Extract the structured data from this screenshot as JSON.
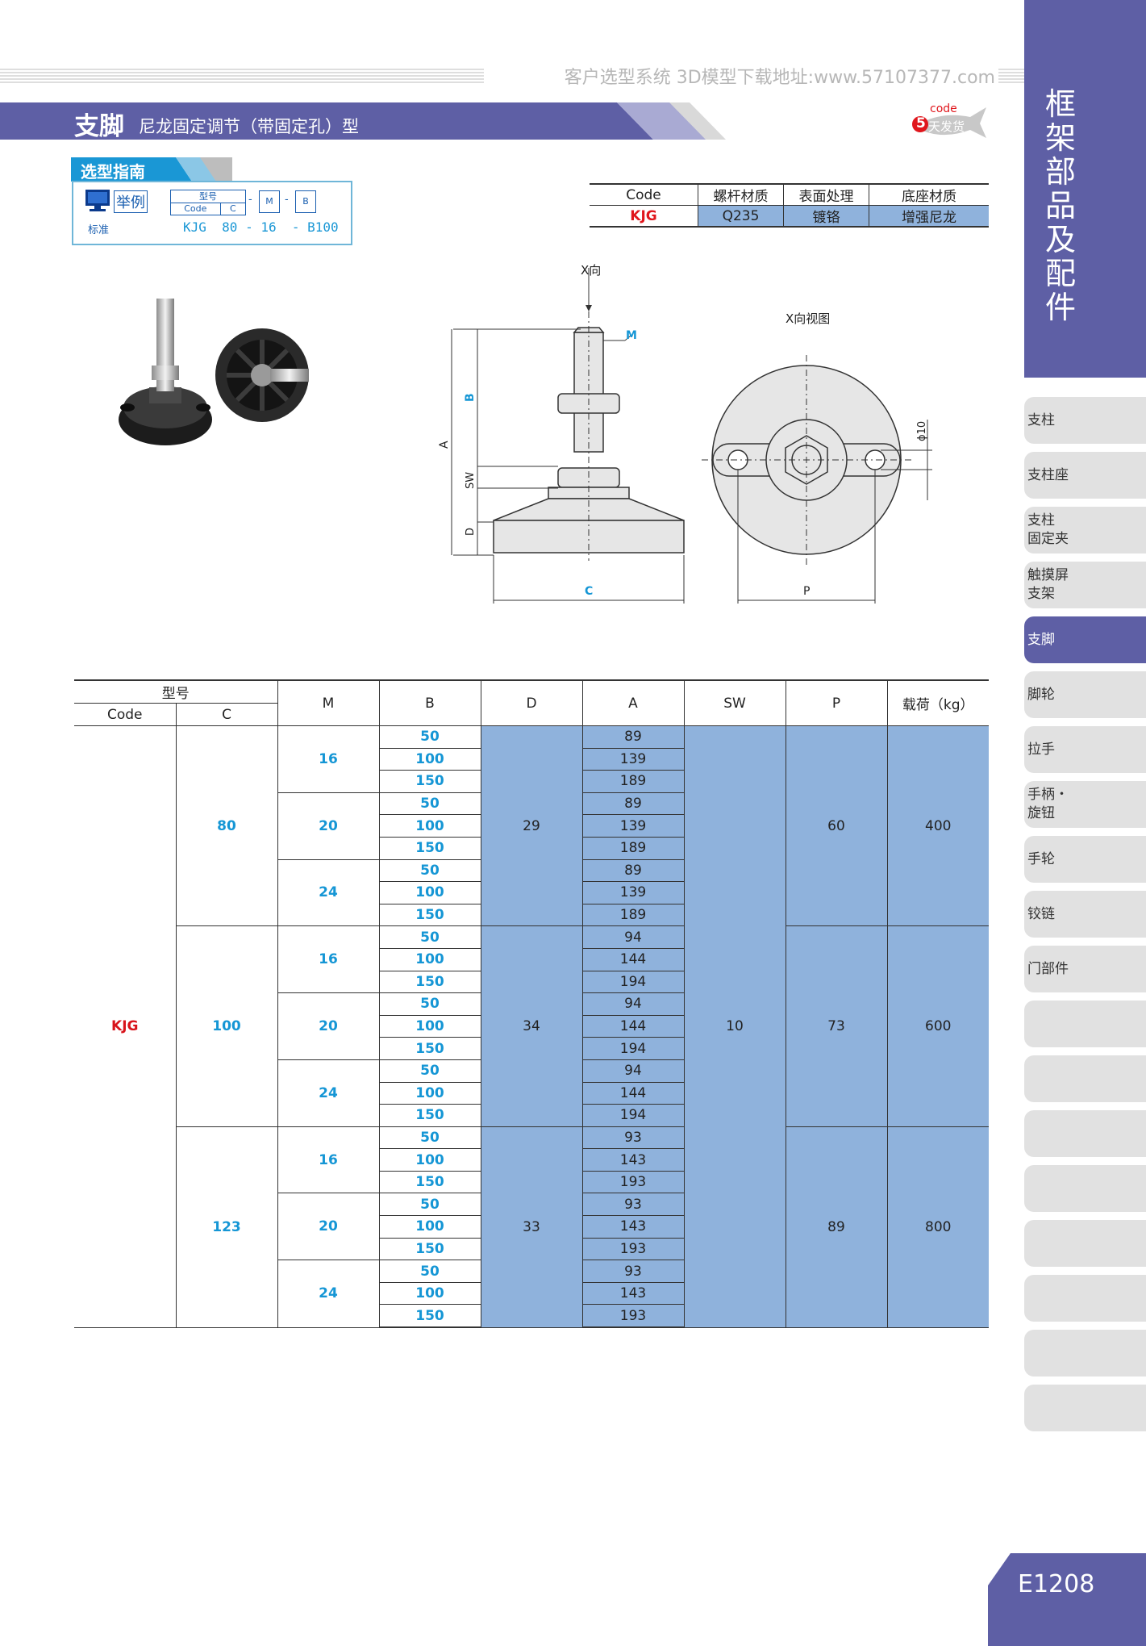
{
  "header": {
    "site_text": "客户选型系统  3D模型下载地址:www.57107377.com",
    "title_main": "支脚",
    "title_sub": "尼龙固定调节（带固定孔）型",
    "badge_code": "code",
    "badge_num": "5",
    "badge_text": "天发货"
  },
  "guide": {
    "title": "选型指南",
    "example": "举例",
    "model_label": "型号",
    "code_label": "Code",
    "c_label": "C",
    "m_label": "M",
    "b_label": "B",
    "dash": "-",
    "standard_label": "标准",
    "standard_value": "KJG  80 - 16  - B100"
  },
  "spec": {
    "headers": [
      "Code",
      "螺杆材质",
      "表面处理",
      "底座材质"
    ],
    "values": [
      "KJG",
      "Q235",
      "镀铬",
      "增强尼龙"
    ]
  },
  "drawing": {
    "x_dir": "X向",
    "x_view": "X向视图",
    "label_m": "M",
    "label_b": "B",
    "label_a": "A",
    "label_sw": "SW",
    "label_d": "D",
    "label_c": "C",
    "label_p": "P",
    "label_phi": "ϕ10"
  },
  "table": {
    "h_model": "型号",
    "h_code": "Code",
    "h_c": "C",
    "h_m": "M",
    "h_b": "B",
    "h_d": "D",
    "h_a": "A",
    "h_sw": "SW",
    "h_p": "P",
    "h_load": "载荷（kg）",
    "code": "KJG",
    "sw": "10",
    "groups": [
      {
        "c": "80",
        "d": "29",
        "p": "60",
        "load": "400",
        "m_groups": [
          {
            "m": "16",
            "b": [
              "50",
              "100",
              "150"
            ],
            "a": [
              "89",
              "139",
              "189"
            ]
          },
          {
            "m": "20",
            "b": [
              "50",
              "100",
              "150"
            ],
            "a": [
              "89",
              "139",
              "189"
            ]
          },
          {
            "m": "24",
            "b": [
              "50",
              "100",
              "150"
            ],
            "a": [
              "89",
              "139",
              "189"
            ]
          }
        ]
      },
      {
        "c": "100",
        "d": "34",
        "p": "73",
        "load": "600",
        "m_groups": [
          {
            "m": "16",
            "b": [
              "50",
              "100",
              "150"
            ],
            "a": [
              "94",
              "144",
              "194"
            ]
          },
          {
            "m": "20",
            "b": [
              "50",
              "100",
              "150"
            ],
            "a": [
              "94",
              "144",
              "194"
            ]
          },
          {
            "m": "24",
            "b": [
              "50",
              "100",
              "150"
            ],
            "a": [
              "94",
              "144",
              "194"
            ]
          }
        ]
      },
      {
        "c": "123",
        "d": "33",
        "p": "89",
        "load": "800",
        "m_groups": [
          {
            "m": "16",
            "b": [
              "50",
              "100",
              "150"
            ],
            "a": [
              "93",
              "143",
              "193"
            ]
          },
          {
            "m": "20",
            "b": [
              "50",
              "100",
              "150"
            ],
            "a": [
              "93",
              "143",
              "193"
            ]
          },
          {
            "m": "24",
            "b": [
              "50",
              "100",
              "150"
            ],
            "a": [
              "93",
              "143",
              "193"
            ]
          }
        ]
      }
    ]
  },
  "sidebar": {
    "title": "框架部品及配件",
    "items": [
      "支柱",
      "支柱座",
      "支柱\n固定夹",
      "触摸屏\n支架",
      "支脚",
      "脚轮",
      "拉手",
      "手柄・\n旋钮",
      "手轮",
      "铰链",
      "门部件",
      "",
      "",
      "",
      "",
      "",
      "",
      "",
      ""
    ],
    "active_index": 4
  },
  "page_number": "E1208",
  "colors": {
    "brand": "#5e5fa5",
    "table_fill": "#8fb2dc",
    "code_red": "#d8141b",
    "value_blue": "#1596d5"
  }
}
